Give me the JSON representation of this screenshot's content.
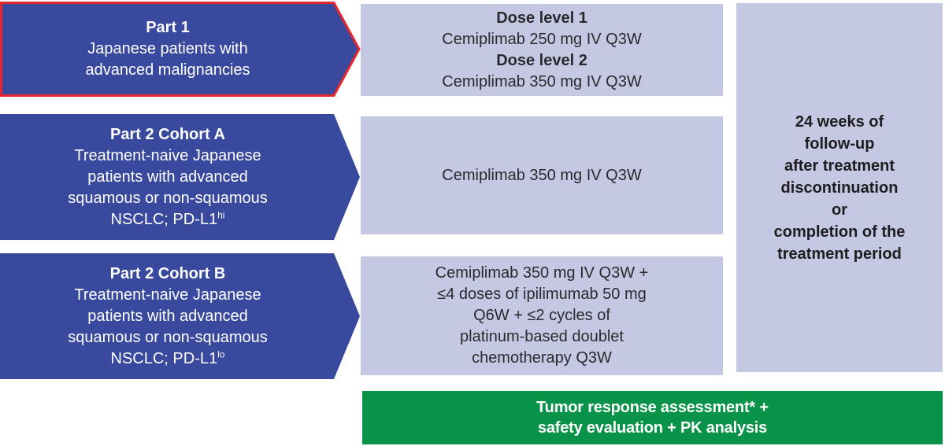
{
  "palette": {
    "arrow_blue": "#39499E",
    "part1_border_red": "#E8262D",
    "light_box_lavender": "#C4C8E2",
    "assessment_green": "#099348",
    "dark_text": "#2B292E",
    "white_text": "#FFFFFF"
  },
  "arrows": {
    "part1": {
      "title": "Part 1",
      "lines": [
        "Japanese patients with",
        "advanced malignancies"
      ]
    },
    "cohortA": {
      "title": "Part 2 Cohort A",
      "lines": [
        "Treatment-naive Japanese",
        "patients with advanced",
        "squamous or non-squamous"
      ],
      "last_line": "NSCLC; PD-L1",
      "last_sup": "hi"
    },
    "cohortB": {
      "title": "Part 2 Cohort B",
      "lines": [
        "Treatment-naive Japanese",
        "patients with advanced",
        "squamous or non-squamous"
      ],
      "last_line": "NSCLC; PD-L1",
      "last_sup": "lo"
    }
  },
  "boxes": {
    "dose_levels": {
      "heading1": "Dose level 1",
      "line1": "Cemiplimab 250 mg IV Q3W",
      "heading2": "Dose level 2",
      "line2": "Cemiplimab 350 mg IV Q3W"
    },
    "cohortA_regimen": {
      "line1": "Cemiplimab 350 mg IV Q3W"
    },
    "cohortB_regimen": {
      "lines": [
        "Cemiplimab 350 mg IV Q3W +",
        "≤4 doses of ipilimumab 50 mg",
        "Q6W + ≤2 cycles of",
        "platinum-based doublet",
        "chemotherapy Q3W"
      ]
    },
    "followup": {
      "lines": [
        "24 weeks of",
        "follow-up",
        "after treatment",
        "discontinuation",
        "or",
        "completion of the",
        "treatment period"
      ]
    },
    "assessment": {
      "lines": [
        "Tumor response assessment* +",
        "safety evaluation + PK analysis"
      ]
    }
  }
}
